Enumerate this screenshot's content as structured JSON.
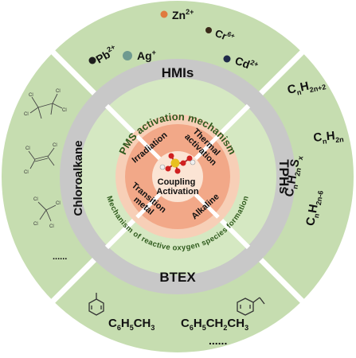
{
  "colors": {
    "outer_ring": "#c6ddb0",
    "outer_ring_light": "#d7e8c5",
    "separator": "#ffffff",
    "gray_ring": "#c8c8c8",
    "mechanism_ring": "#d5e8c2",
    "mechanism_text": "#2e5a1c",
    "core_outer": "#f7cfb7",
    "core_inner": "#f2a888",
    "core_center": "#fbe4d4"
  },
  "sectors": {
    "hmis": {
      "title": "HMIs",
      "ions": [
        {
          "label": "Zn",
          "sup": "2+",
          "color": "#e07a3e",
          "icon": "zinc-ion-dot"
        },
        {
          "label": "Pb",
          "sup": "2+",
          "color": "#1d1d1d",
          "icon": "lead-ion-dot"
        },
        {
          "label": "Cr",
          "sup": "6+",
          "color": "#3a2a1a",
          "icon": "chromium-ion-dot"
        },
        {
          "label": "Ag",
          "sup": "+",
          "color": "#6f9a90",
          "icon": "silver-ion-dot"
        },
        {
          "label": "Cd",
          "sup": "2+",
          "color": "#1f2a4a",
          "icon": "cadmium-ion-dot"
        }
      ]
    },
    "tphs": {
      "title": "TPHs",
      "formulas": [
        {
          "base": "C",
          "n1": "n",
          "h": "H",
          "n2": "2n+2"
        },
        {
          "base": "C",
          "n1": "n",
          "h": "H",
          "n2": "2n"
        },
        {
          "base": "C",
          "n1": "n",
          "h": "H",
          "n2": "2n",
          "s": "S",
          "x": "x"
        },
        {
          "base": "C",
          "n1": "n",
          "h": "H",
          "n2": "2n-6"
        }
      ]
    },
    "btex": {
      "title": "BTEX",
      "formulas": [
        {
          "parts": [
            "C",
            "6",
            "H",
            "5",
            "CH",
            "3"
          ]
        },
        {
          "parts": [
            "C",
            "6",
            "H",
            "5",
            "CH",
            "2",
            "CH",
            "3"
          ]
        }
      ],
      "ellipsis": "......"
    },
    "chloro": {
      "title": "Chloroalkane",
      "ellipsis": "......",
      "atom": "Cl"
    }
  },
  "mechanism": {
    "top": "PMS activation mechanism",
    "bottom": "Mechanism of reactive oxygen species formation"
  },
  "core": {
    "quadrants": {
      "irradiation": "Irradiation",
      "thermal": [
        "Thermal",
        "activation"
      ],
      "transition": [
        "Transition",
        "metal"
      ],
      "alkaline": "Alkaline"
    },
    "center": [
      "Coupling",
      "Activation"
    ]
  }
}
